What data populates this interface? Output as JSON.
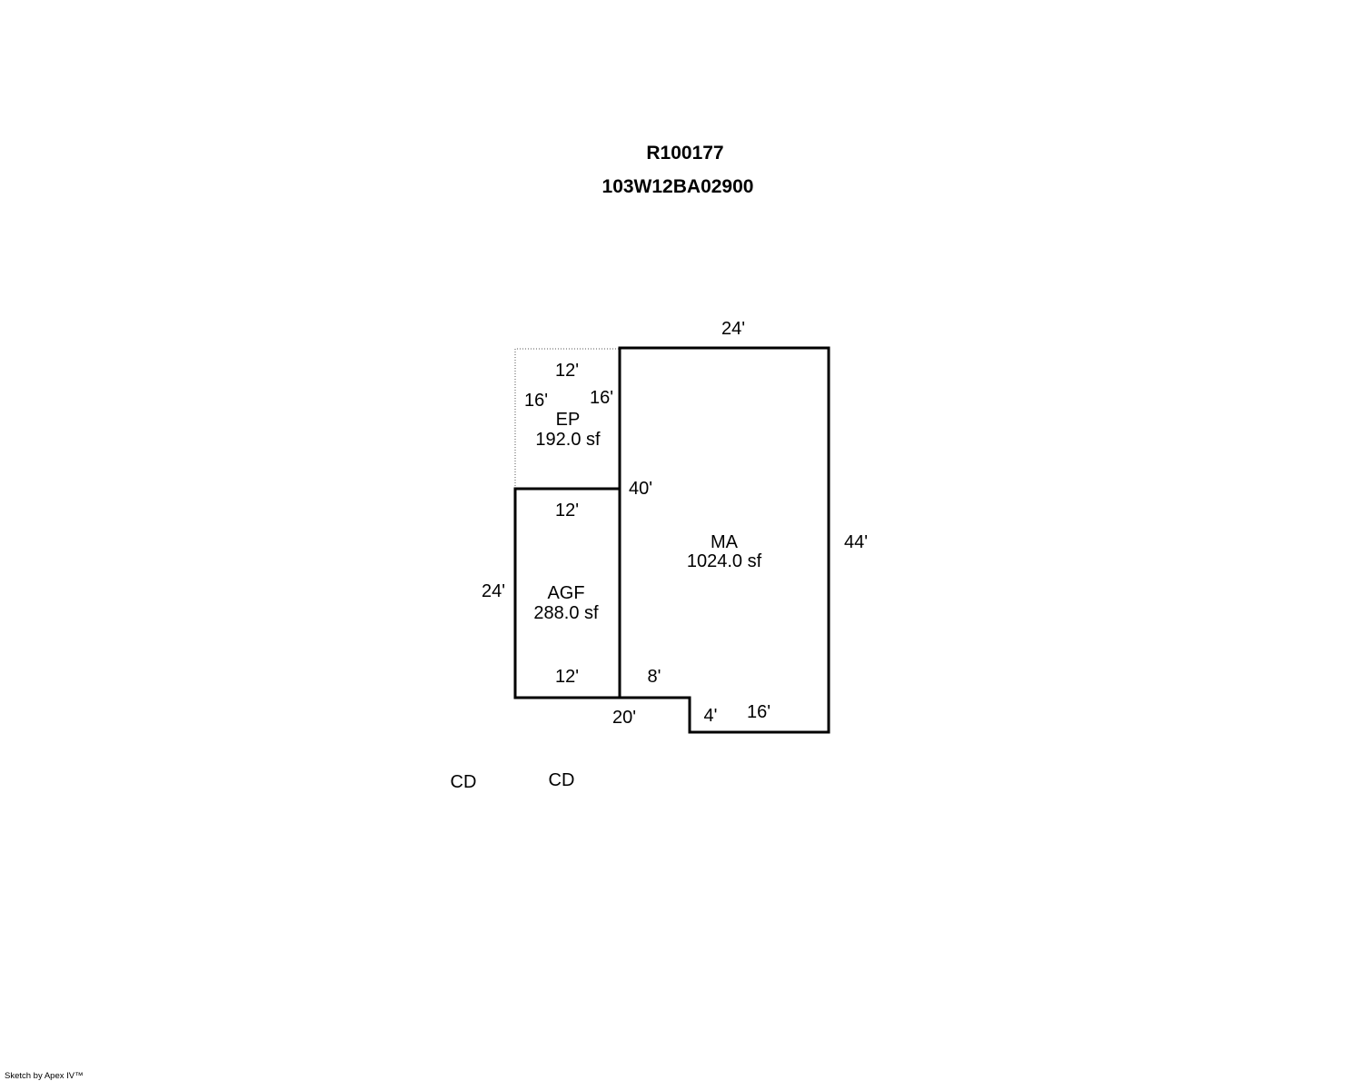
{
  "header": {
    "record_id": "R100177",
    "parcel_id": "103W12BA02900"
  },
  "areas": {
    "ep": {
      "code": "EP",
      "area": "192.0 sf"
    },
    "ma": {
      "code": "MA",
      "area": "1024.0 sf"
    },
    "agf": {
      "code": "AGF",
      "area": "288.0 sf"
    }
  },
  "dimensions": {
    "ma_top": "24'",
    "ep_top": "12'",
    "ep_left": "16'",
    "ep_right": "16'",
    "ma_left": "40'",
    "agf_top": "12'",
    "ma_right": "44'",
    "agf_left": "24'",
    "agf_bottom": "12'",
    "ma_notch_top": "8'",
    "ma_bottom": "16'",
    "ma_notch_side": "4'",
    "lower_run": "20'"
  },
  "markers": {
    "cd_left": "CD",
    "cd_right": "CD"
  },
  "footer": {
    "credit": "Sketch by Apex IV™"
  },
  "colors": {
    "line": "#000000",
    "background": "#ffffff"
  }
}
